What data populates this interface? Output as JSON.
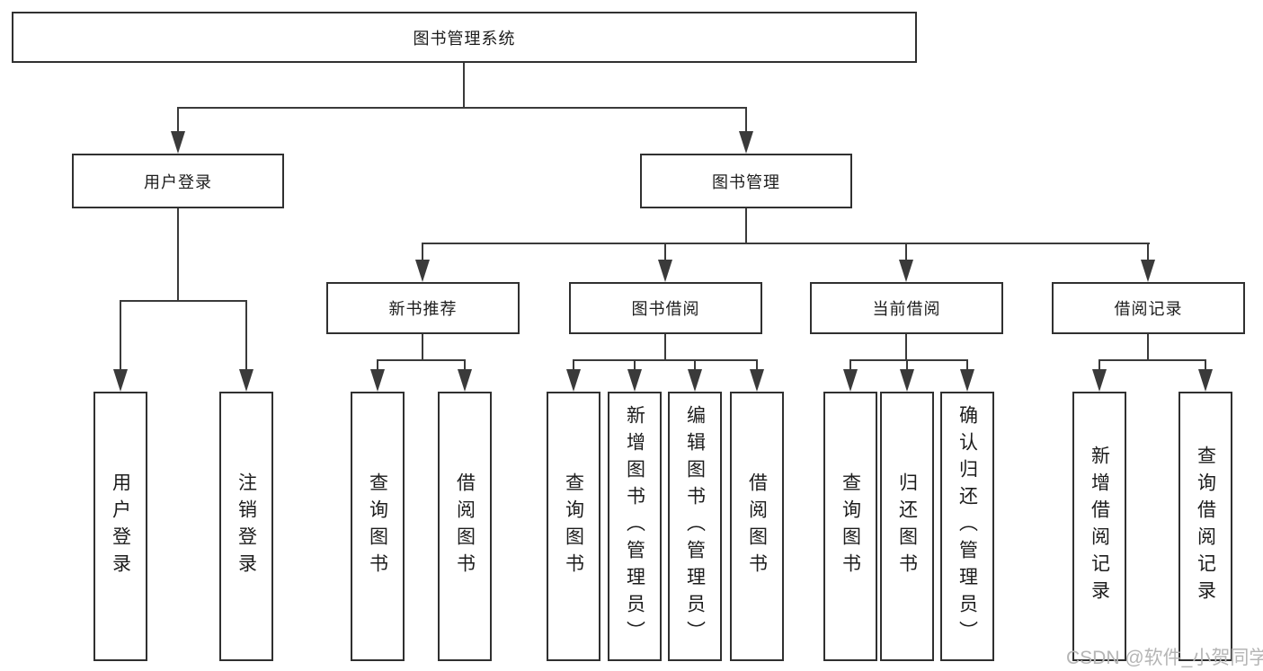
{
  "nodes": {
    "root": "图书管理系统",
    "level2": [
      "用户登录",
      "图书管理"
    ],
    "level3": [
      "新书推荐",
      "图书借阅",
      "当前借阅",
      "借阅记录"
    ],
    "leaves": [
      "用户登录",
      "注销登录",
      "查询图书",
      "借阅图书",
      "查询图书",
      "新增图书（管理员）",
      "编辑图书（管理员）",
      "借阅图书",
      "查询图书",
      "归还图书",
      "确认归还（管理员）",
      "新增借阅记录",
      "查询借阅记录"
    ]
  },
  "hierarchy": {
    "图书管理系统": {
      "用户登录": [
        "用户登录",
        "注销登录"
      ],
      "图书管理": {
        "新书推荐": [
          "查询图书",
          "借阅图书"
        ],
        "图书借阅": [
          "查询图书",
          "新增图书（管理员）",
          "编辑图书（管理员）",
          "借阅图书"
        ],
        "当前借阅": [
          "查询图书",
          "归还图书",
          "确认归还（管理员）"
        ],
        "借阅记录": [
          "新增借阅记录",
          "查询借阅记录"
        ]
      }
    }
  },
  "watermark": "CSDN @软件_小贺同学",
  "colors": {
    "line": "#3a3a3a",
    "box_border": "#303030",
    "text": "#1c1c1c",
    "watermark": "#b5b5b5",
    "background": "#ffffff"
  }
}
